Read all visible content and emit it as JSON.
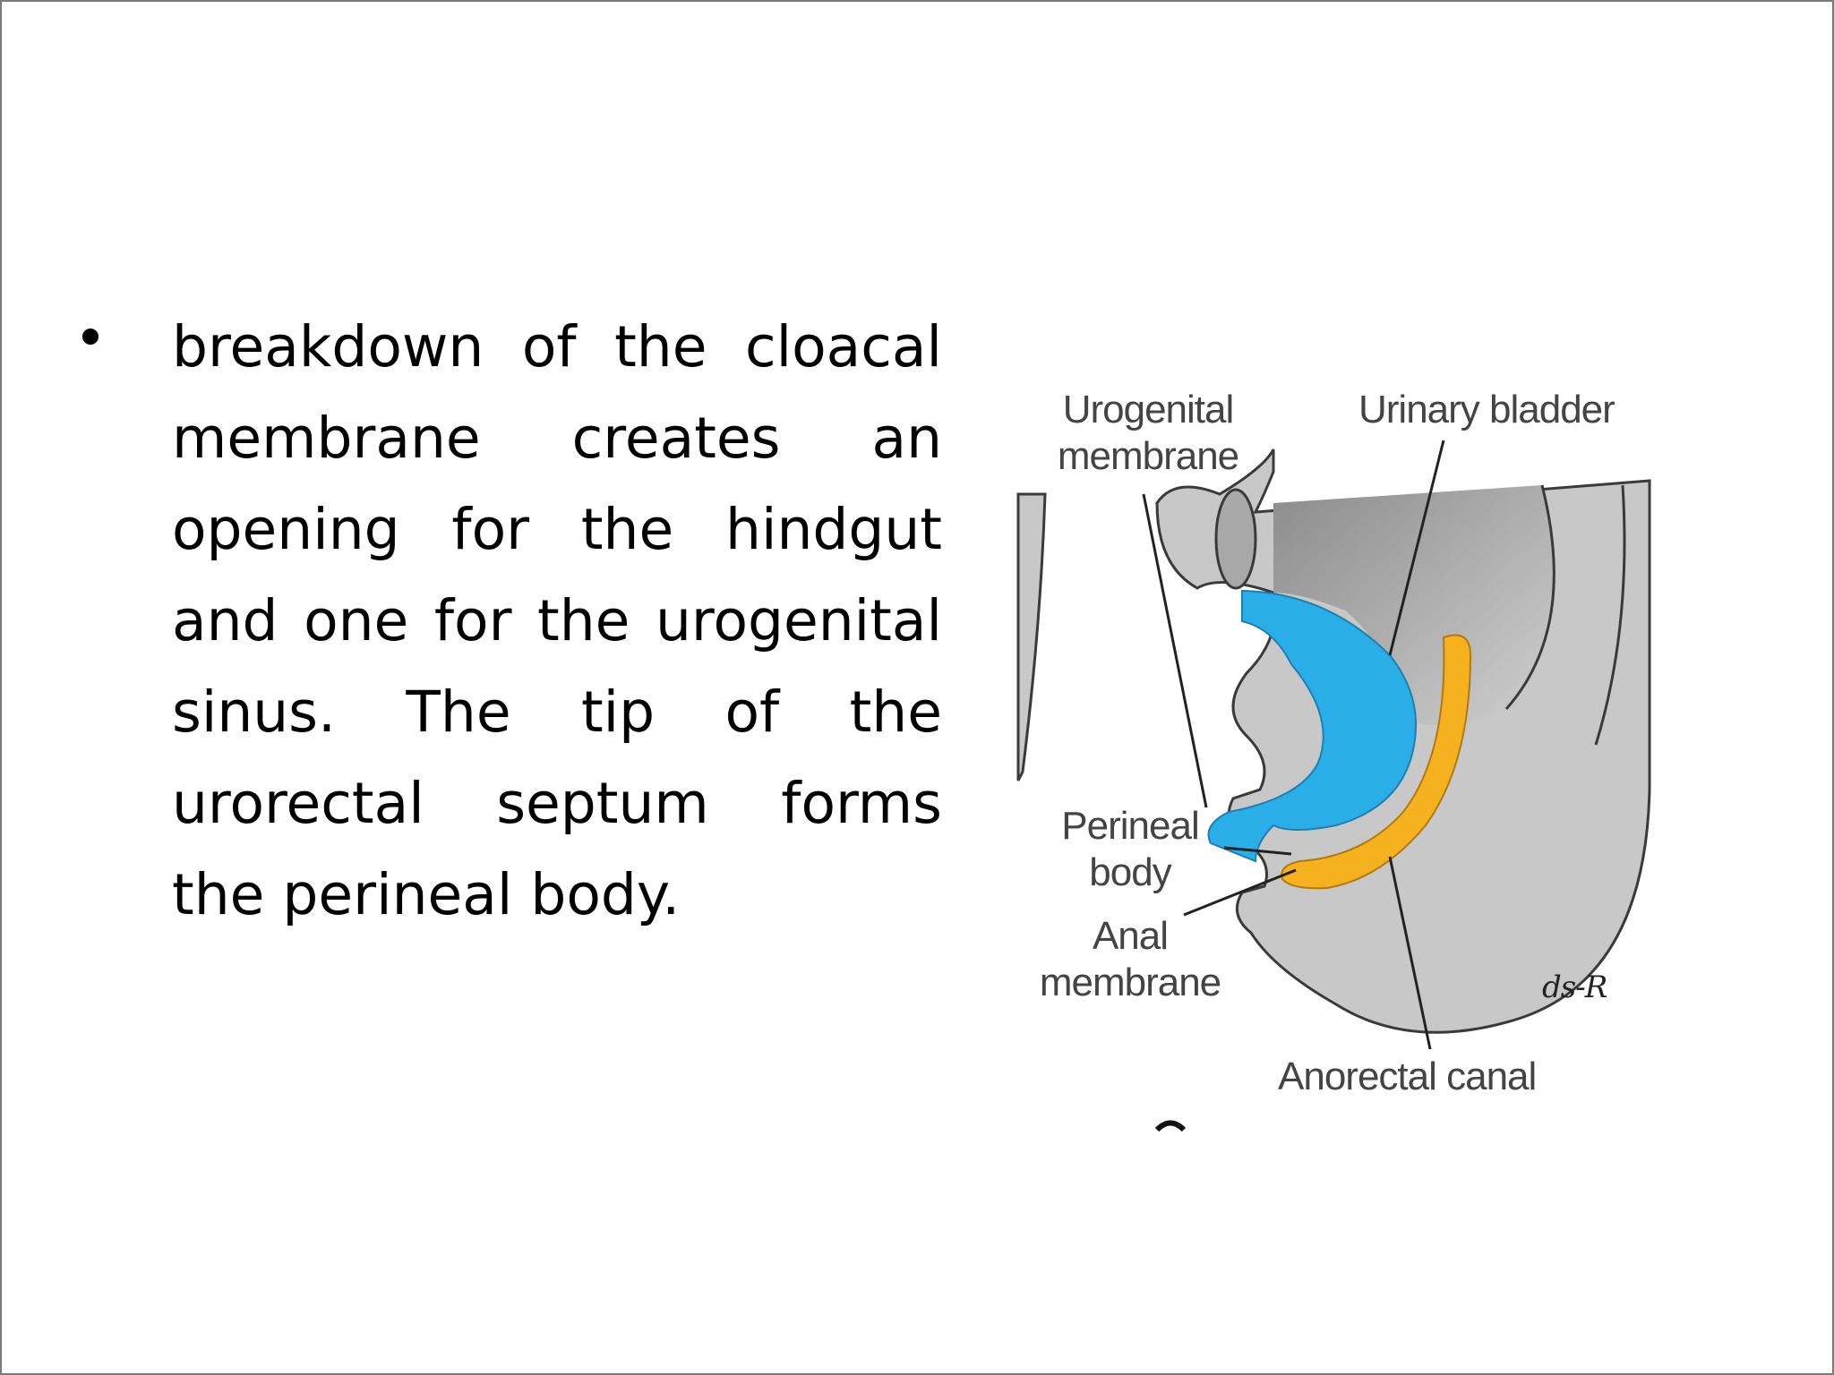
{
  "slide": {
    "bullet_text": "breakdown of the cloacal membrane creates an opening for the hindgut and one for the urogenital sinus. The tip of the urorectal septum forms the perineal body."
  },
  "figure": {
    "labels": {
      "urogenital_line1": "Urogenital",
      "urogenital_line2": "membrane",
      "urinary_bladder": "Urinary bladder",
      "perineal_line1": "Perineal",
      "perineal_line2": "body",
      "anal_line1": "Anal",
      "anal_line2": "membrane",
      "anorectal_canal": "Anorectal canal",
      "signature": "ds-R",
      "panel_letter": "C"
    },
    "colors": {
      "tissue": "#c8c8c8",
      "tissue_dark": "#9a9a9a",
      "urogenital_sinus": "#29aee8",
      "urorectal_septum": "#f5b21e",
      "outline": "#3a3a3a"
    }
  }
}
